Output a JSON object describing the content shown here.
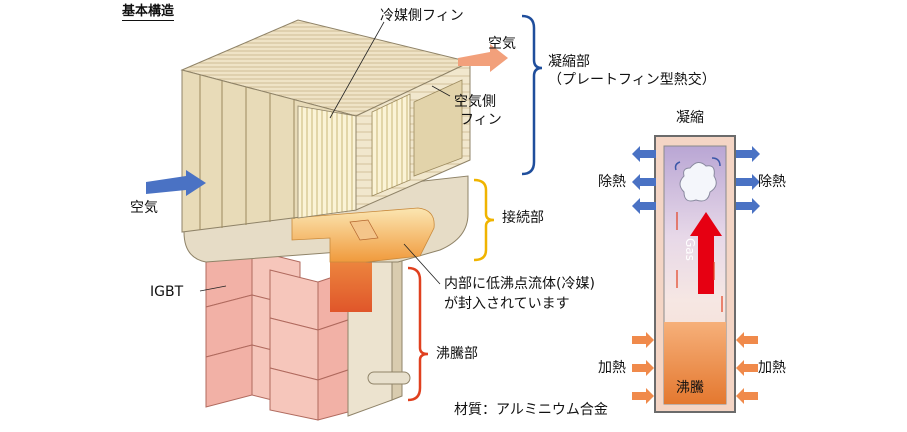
{
  "title": "基本構造",
  "labels": {
    "fin_refrigerant": "冷媒側フィン",
    "air_out": "空気",
    "condenser": "凝縮部",
    "condenser_sub": "（プレートフィン型熱交）",
    "fin_air_line1": "空気側",
    "fin_air_line2": "フィン",
    "air_in": "空気",
    "junction": "接続部",
    "igbt": "IGBT",
    "fluid_line1": "内部に低沸点流体(冷媒)",
    "fluid_line2": "が封入されています",
    "boiling": "沸騰部",
    "material": "材質：アルミニウム合金"
  },
  "schematic": {
    "condense": "凝縮",
    "heat_out_left": "除熱",
    "heat_out_right": "除熱",
    "gas": "Gas",
    "heat_in_left": "加熱",
    "heat_in_right": "加熱",
    "boil": "沸騰"
  },
  "colors": {
    "bracket_blue": "#1f4e9c",
    "bracket_yellow": "#f0b400",
    "bracket_red": "#e0401f",
    "arrow_blue": "#4a72c4",
    "arrow_orange": "#f08a4b",
    "gas_arrow": "#e60012"
  }
}
